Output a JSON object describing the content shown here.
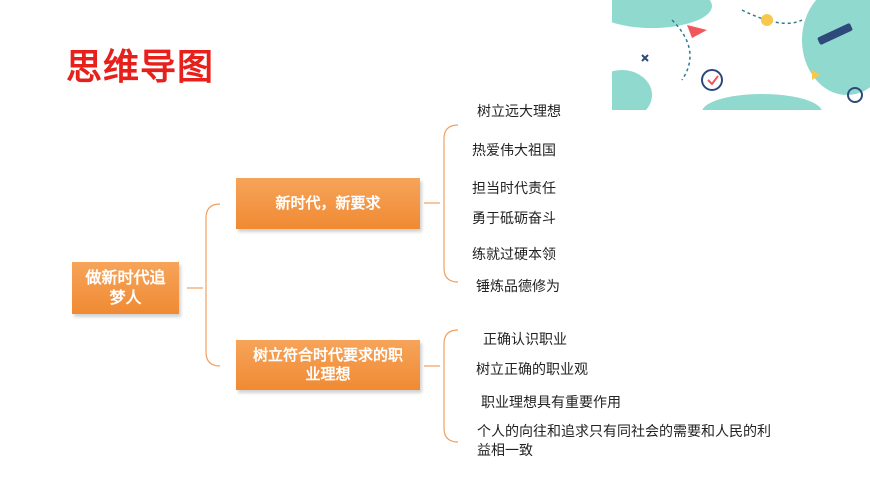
{
  "slide": {
    "title": "思维导图"
  },
  "mindmap": {
    "root": "做新时代追梦人",
    "branches": [
      {
        "label": "新时代，新要求",
        "leaves": [
          "树立远大理想",
          "热爱伟大祖国",
          "担当时代责任",
          "勇于砥砺奋斗",
          "练就过硬本领",
          "锤炼品德修为"
        ]
      },
      {
        "label": "树立符合时代要求的职业理想",
        "leaves": [
          "正确认识职业",
          "树立正确的职业观",
          "职业理想具有重要作用",
          "个人的向往和追求只有同社会的需要和人民的利益相一致"
        ]
      }
    ]
  },
  "colors": {
    "title": "#e8201b",
    "box": "#f08a33",
    "connector": "#f0a060"
  }
}
